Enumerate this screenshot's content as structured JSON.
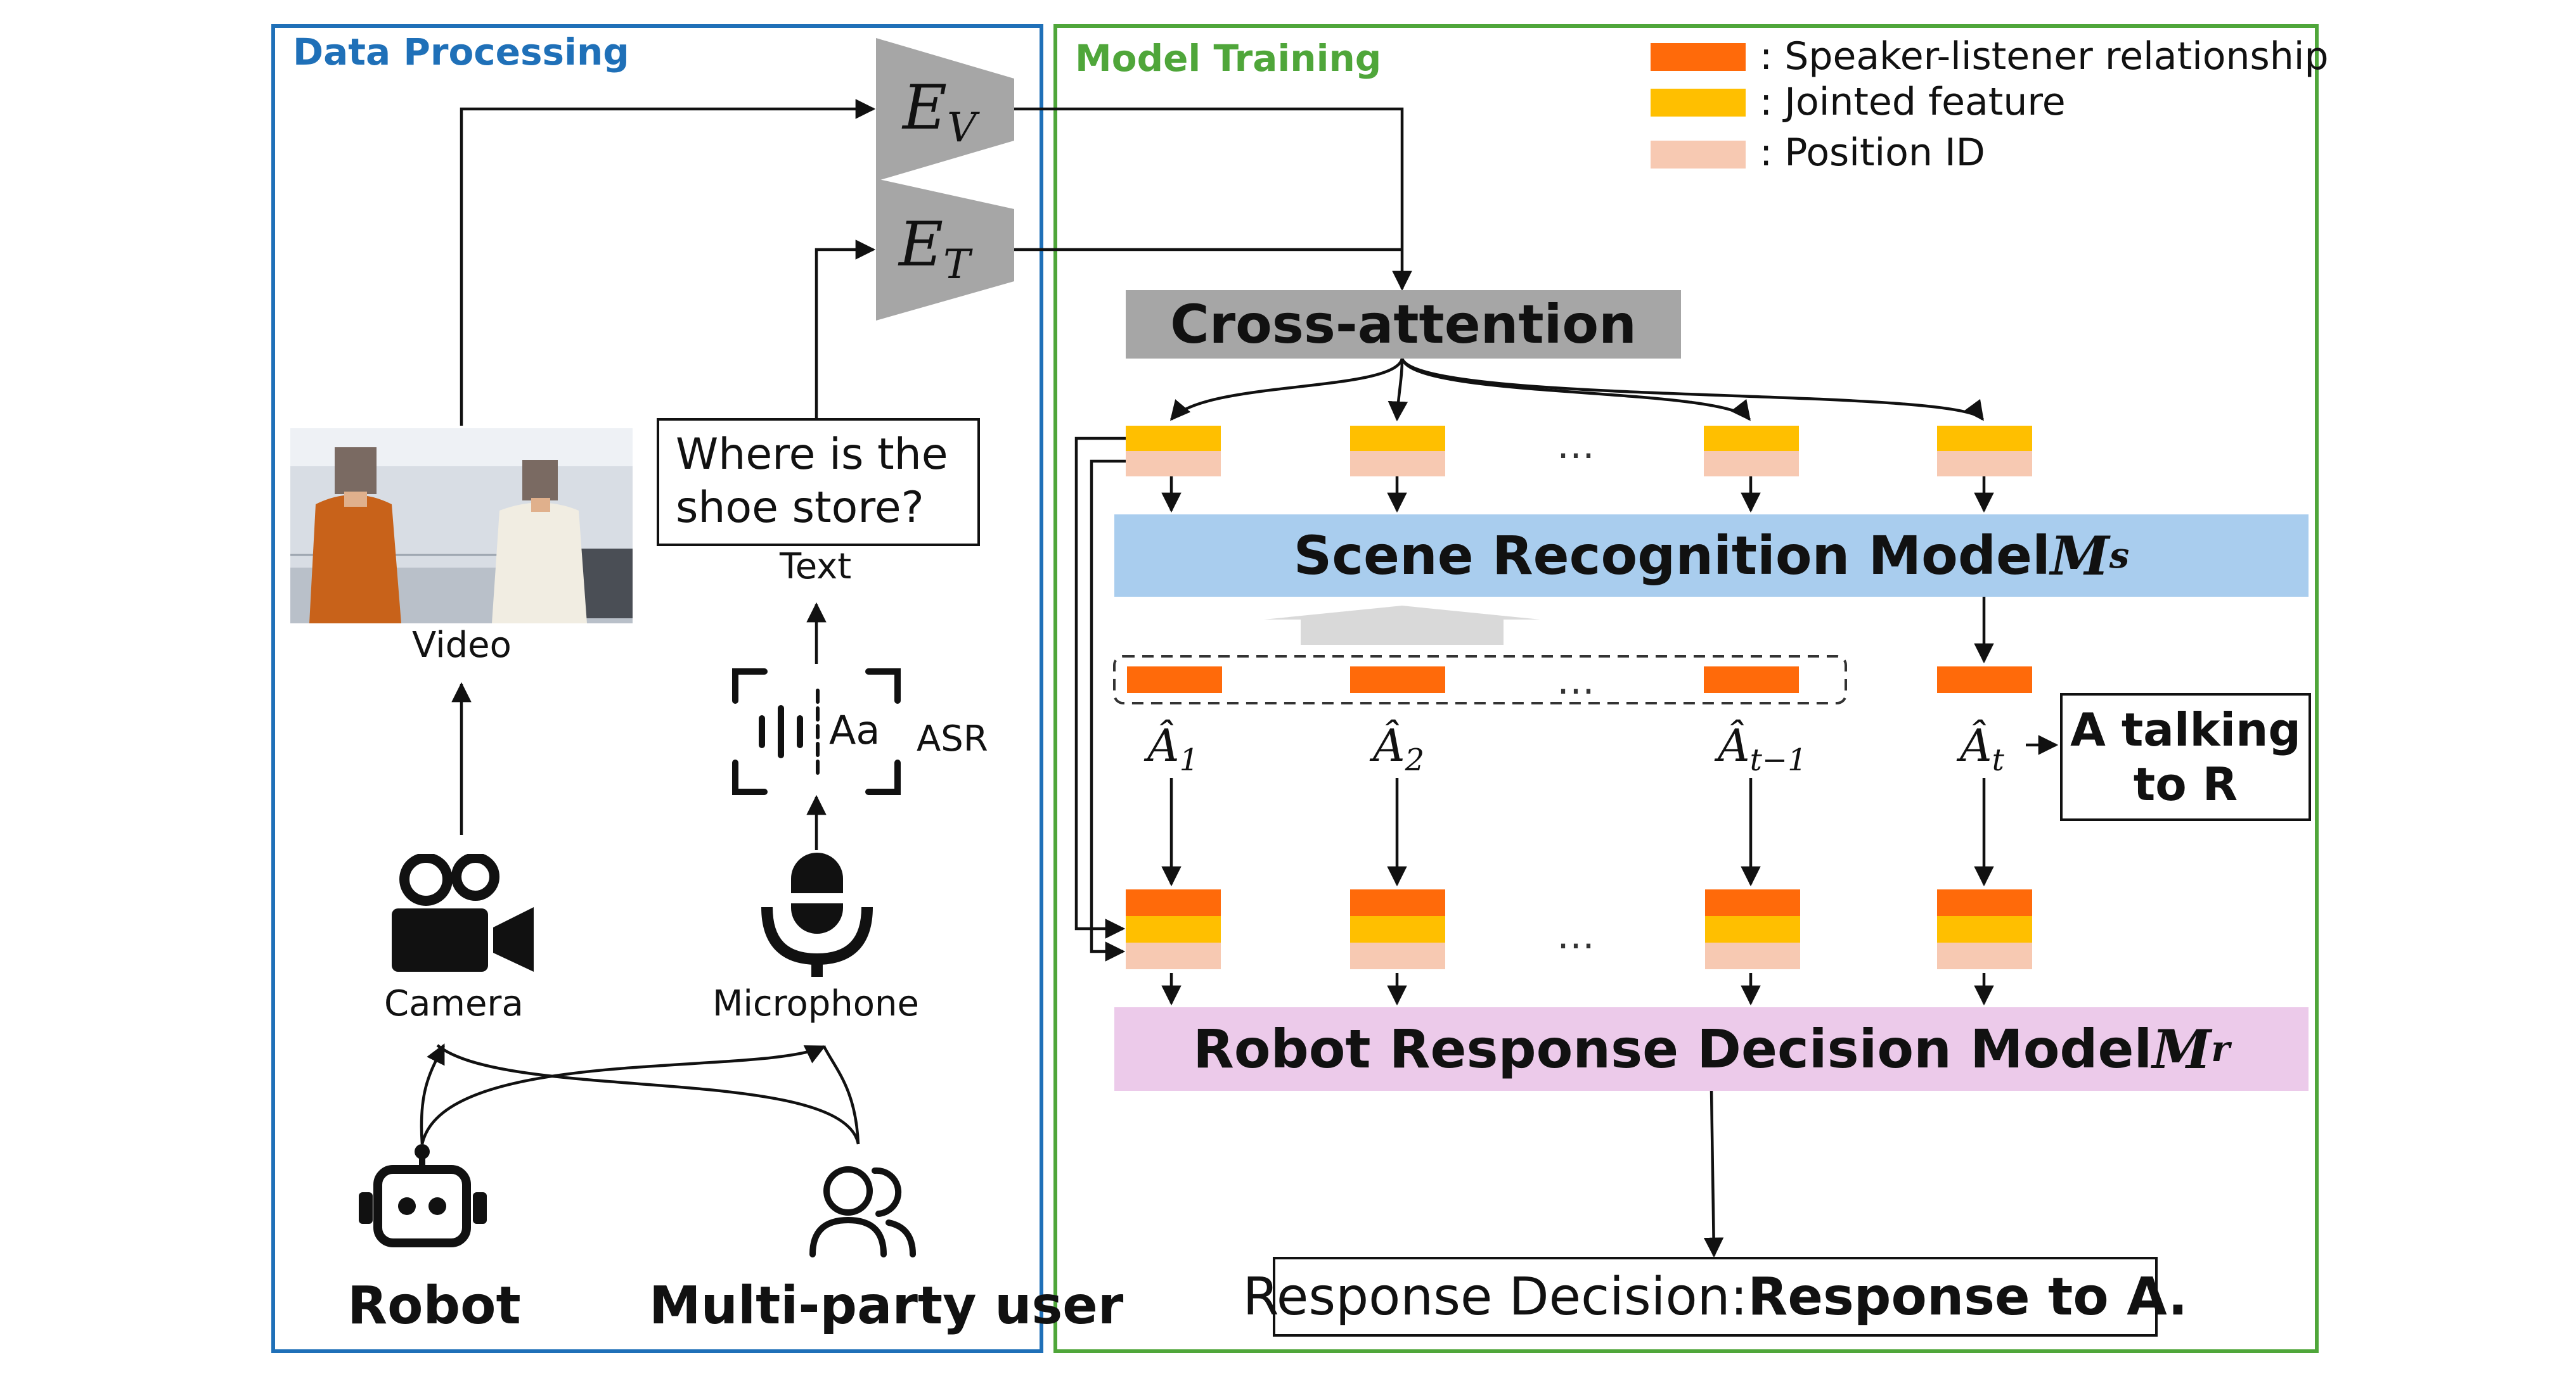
{
  "panels": {
    "data_processing": "Data Processing",
    "model_training": "Model Training"
  },
  "legend": [
    {
      "text": ": Speaker-listener relationship",
      "color": "#ff6a0a"
    },
    {
      "text": ": Jointed feature",
      "color": "#ffbf00"
    },
    {
      "text": ": Position ID",
      "color": "#f7c9b2"
    }
  ],
  "encoders": {
    "video_letter": "E",
    "video_sub": "V",
    "text_letter": "E",
    "text_sub": "T"
  },
  "labels": {
    "video": "Video",
    "text": "Text",
    "asr": "ASR",
    "camera": "Camera",
    "microphone": "Microphone",
    "robot": "Robot",
    "users": "Multi-party user",
    "asr_icon_text": "Aa"
  },
  "text_box": [
    "Where is the",
    "shoe store?"
  ],
  "bands": {
    "cross_attention": "Cross-attention",
    "scene_model": "Scene Recognition Model ",
    "scene_symbol": "M",
    "scene_sub": "s",
    "robot_model": "Robot Response Decision Model ",
    "robot_symbol": "M",
    "robot_sub": "r"
  },
  "ellipsis": "…",
  "predictions": [
    {
      "letter": "Â",
      "sub": "1"
    },
    {
      "letter": "Â",
      "sub": "2"
    },
    {
      "letter": "Â",
      "sub": "t−1"
    },
    {
      "letter": "Â",
      "sub": "t"
    }
  ],
  "talking_box": [
    "A talking",
    "to R"
  ],
  "response": {
    "prefix": "Response Decision: ",
    "value": "Response to A."
  },
  "colors": {
    "orange": "#ff6a0a",
    "yellow": "#ffbf00",
    "peach": "#f7c9b2",
    "blue_frame": "#1f70b8",
    "green_frame": "#4fa63a"
  }
}
